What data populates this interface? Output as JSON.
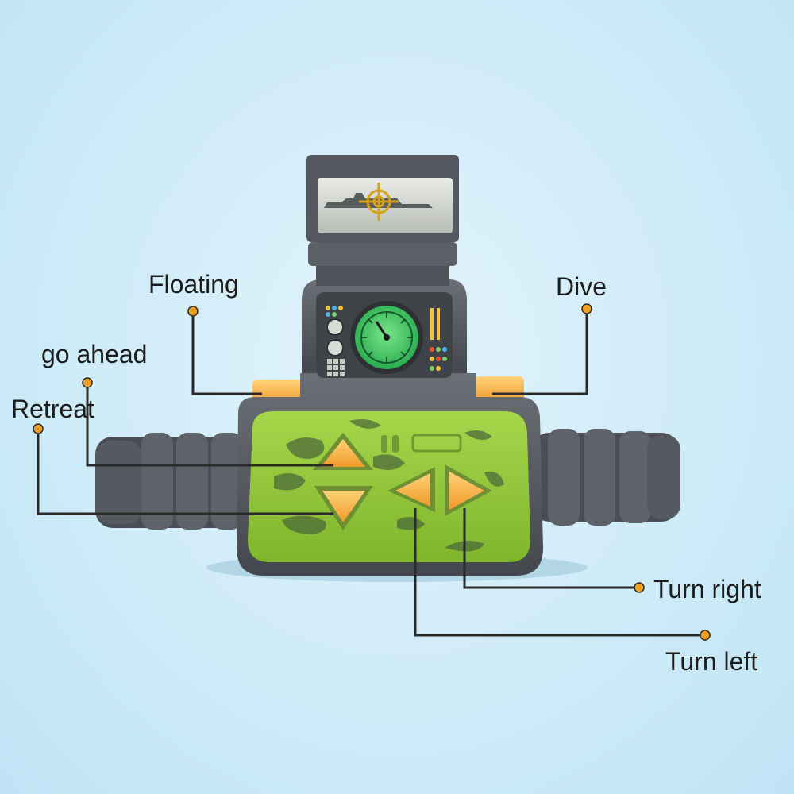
{
  "labels": {
    "floating": "Floating",
    "dive": "Dive",
    "go_ahead": "go ahead",
    "retreat": "Retreat",
    "turn_right": "Turn right",
    "turn_left": "Turn left"
  },
  "colors": {
    "background": "#cdebf8",
    "body_gray": "#5b5f66",
    "body_dark": "#3d4046",
    "panel_green": "#92c93a",
    "button_orange": "#f6ad3c",
    "leader_line": "#2a2a2a",
    "leader_dot": "#f0a020",
    "gauge_green": "#38c25a"
  },
  "icons": {
    "target": "crosshair-target-icon",
    "gauge": "dial-gauge-icon",
    "button_up": "triangle-up-icon",
    "button_down": "triangle-down-icon",
    "button_left": "triangle-left-icon",
    "button_right": "triangle-right-icon"
  }
}
